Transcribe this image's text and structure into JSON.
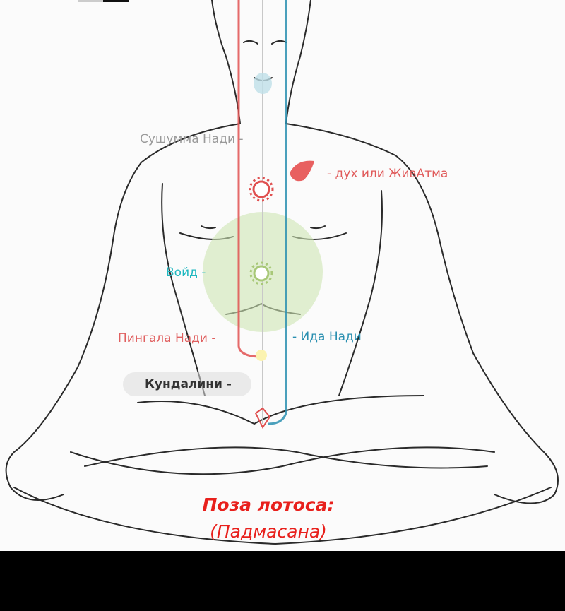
{
  "labels": {
    "sushumna": "Сушумма Нади -",
    "spirit": "- дух или ЖивАтма",
    "void": "Войд -",
    "pingala": "Пингала Нади -",
    "ida": "- Ида Нади",
    "kundalini": "Кундалини -"
  },
  "title": {
    "line1": "Поза лотоса:",
    "line2": "(Падмасана)"
  },
  "colors": {
    "pingala": "#e05050",
    "ida": "#2a8fb0",
    "void_circle": "#cfe6b4",
    "title": "#e8201c"
  }
}
